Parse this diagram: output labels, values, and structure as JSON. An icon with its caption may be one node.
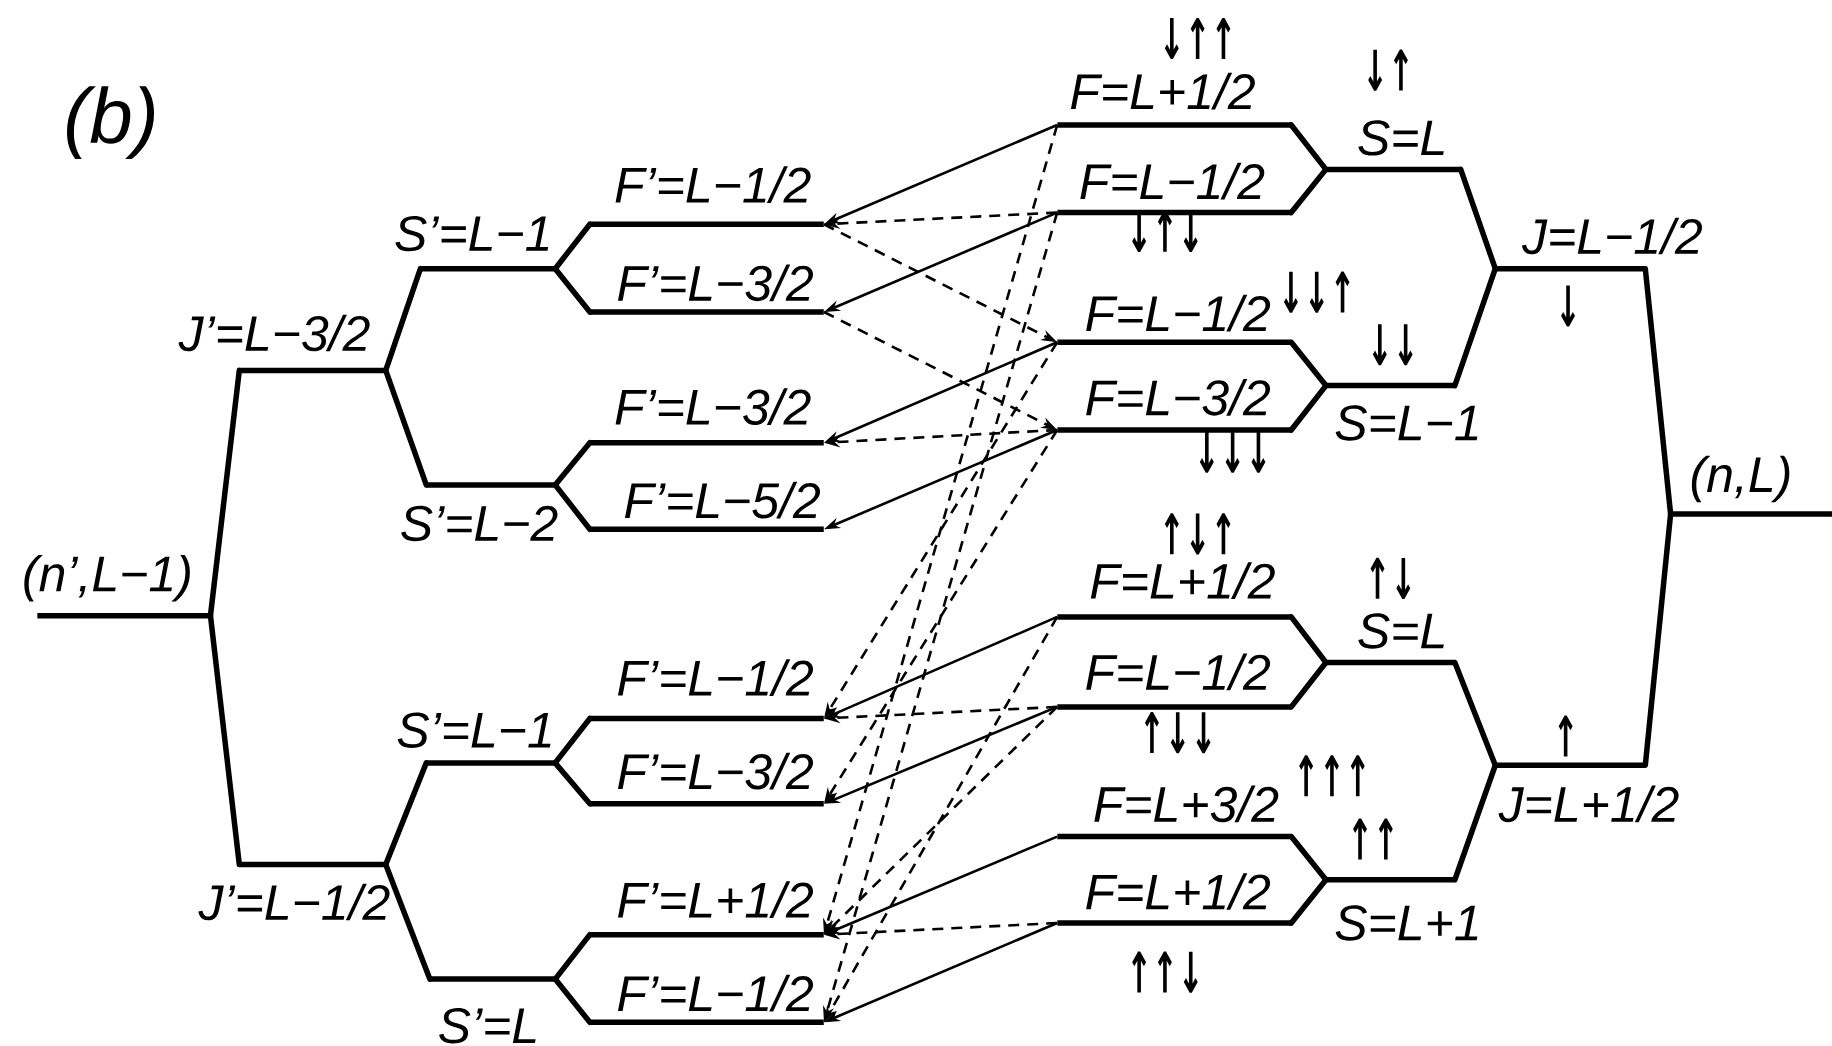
{
  "diagram": {
    "nodes": [
      {
        "text": [
          "(n’,L−1)"
        ]
      },
      {
        "text": [
          "J’=L−3/2"
        ]
      },
      {
        "text": [
          "S’=L−1"
        ]
      },
      {
        "text": [
          "F’=L−1/2"
        ]
      },
      {
        "text": [
          "F’=L−3/2"
        ]
      },
      {
        "text": [
          "S’=L−2"
        ]
      },
      {
        "text": [
          "F’=L−3/2"
        ]
      },
      {
        "text": [
          "F’=L−5/2"
        ]
      },
      {
        "text": [
          "J’=L−1/2"
        ]
      },
      {
        "text": [
          "S’=L−1"
        ]
      },
      {
        "text": [
          "F’=L−1/2"
        ]
      },
      {
        "text": [
          "F’=L−3/2"
        ]
      },
      {
        "text": [
          "S’=L"
        ]
      },
      {
        "text": [
          "F’=L+1/2"
        ]
      },
      {
        "text": [
          "F’=L−1/2"
        ]
      },
      {
        "text": [
          "(n,L)"
        ]
      },
      {
        "text": [
          "J=L−1/2"
        ],
        "beside": [
          "↓"
        ]
      },
      {
        "text": [
          "S=L"
        ],
        "beside": [
          "↓↑"
        ]
      },
      {
        "text": [
          "F=L+1/2"
        ],
        "beside": [
          "↓↑↑"
        ]
      },
      {
        "text": [
          "F=L−1/2"
        ],
        "beside": [
          "↓↑↓"
        ]
      },
      {
        "text": [
          "S=L−1"
        ],
        "beside": [
          "↓↓"
        ]
      },
      {
        "text": [
          "F=L−1/2"
        ],
        "beside": [
          "↓↓↑"
        ]
      },
      {
        "text": [
          "F=L−3/2"
        ],
        "beside": [
          "↓↓↓"
        ]
      },
      {
        "text": [
          "J=L+1/2"
        ],
        "beside": [
          "↑"
        ]
      },
      {
        "text": [
          "S=L"
        ],
        "beside": [
          "↑↓"
        ]
      },
      {
        "text": [
          "F=L+1/2"
        ],
        "beside": [
          "↑↓↑"
        ]
      },
      {
        "text": [
          "F=L−1/2"
        ],
        "beside": [
          "↑↓↓"
        ]
      },
      {
        "text": [
          "S=L+1"
        ],
        "beside": [
          "↑↑"
        ]
      },
      {
        "text": [
          "F=L+3/2"
        ],
        "beside": [
          "↑↑↑"
        ]
      },
      {
        "text": [
          "F=L+1/2"
        ],
        "beside": [
          "↑↑↓"
        ]
      }
    ],
    "edges": [
      {
        "from": 0,
        "to": 1,
        "arrow": "none"
      },
      {
        "from": 0,
        "to": 8,
        "arrow": "none"
      },
      {
        "from": 1,
        "to": 2,
        "arrow": "none"
      },
      {
        "from": 1,
        "to": 5,
        "arrow": "none"
      },
      {
        "from": 2,
        "to": 3,
        "arrow": "none"
      },
      {
        "from": 2,
        "to": 4,
        "arrow": "none"
      },
      {
        "from": 5,
        "to": 6,
        "arrow": "none"
      },
      {
        "from": 5,
        "to": 7,
        "arrow": "none"
      },
      {
        "from": 8,
        "to": 9,
        "arrow": "none"
      },
      {
        "from": 8,
        "to": 12,
        "arrow": "none"
      },
      {
        "from": 9,
        "to": 10,
        "arrow": "none"
      },
      {
        "from": 9,
        "to": 11,
        "arrow": "none"
      },
      {
        "from": 12,
        "to": 13,
        "arrow": "none"
      },
      {
        "from": 12,
        "to": 14,
        "arrow": "none"
      },
      {
        "from": 15,
        "to": 16,
        "arrow": "none"
      },
      {
        "from": 15,
        "to": 23,
        "arrow": "none"
      },
      {
        "from": 16,
        "to": 17,
        "arrow": "none"
      },
      {
        "from": 16,
        "to": 20,
        "arrow": "none"
      },
      {
        "from": 17,
        "to": 18,
        "arrow": "none"
      },
      {
        "from": 17,
        "to": 19,
        "arrow": "none"
      },
      {
        "from": 20,
        "to": 21,
        "arrow": "none"
      },
      {
        "from": 20,
        "to": 22,
        "arrow": "none"
      },
      {
        "from": 23,
        "to": 24,
        "arrow": "none"
      },
      {
        "from": 23,
        "to": 27,
        "arrow": "none"
      },
      {
        "from": 24,
        "to": 25,
        "arrow": "none"
      },
      {
        "from": 24,
        "to": 26,
        "arrow": "none"
      },
      {
        "from": 27,
        "to": 28,
        "arrow": "none"
      },
      {
        "from": 27,
        "to": 29,
        "arrow": "none"
      },
      {
        "from": 18,
        "to": 3,
        "arrow": "to"
      },
      {
        "from": 19,
        "to": 4,
        "arrow": "to"
      },
      {
        "from": 21,
        "to": 6,
        "arrow": "to"
      },
      {
        "from": 22,
        "to": 7,
        "arrow": "to"
      },
      {
        "from": 25,
        "to": 10,
        "arrow": "to"
      },
      {
        "from": 26,
        "to": 11,
        "arrow": "to"
      },
      {
        "from": 28,
        "to": 13,
        "arrow": "to"
      },
      {
        "from": 29,
        "to": 14,
        "arrow": "to"
      },
      {
        "from": 19,
        "to": 3,
        "arrow": "to",
        "style": "dashed"
      },
      {
        "from": 22,
        "to": 6,
        "arrow": "to",
        "style": "dashed"
      },
      {
        "from": 26,
        "to": 10,
        "arrow": "to",
        "style": "dashed"
      },
      {
        "from": 29,
        "to": 13,
        "arrow": "to",
        "style": "dashed"
      },
      {
        "from": 3,
        "to": 21,
        "arrow": "to",
        "style": "dashed"
      },
      {
        "from": 4,
        "to": 22,
        "arrow": "to",
        "style": "dashed"
      },
      {
        "from": 18,
        "to": 13,
        "arrow": "to",
        "style": "dashed"
      },
      {
        "from": 19,
        "to": 14,
        "arrow": "to",
        "style": "dashed"
      },
      {
        "from": 21,
        "to": 10,
        "arrow": "to",
        "style": "dashed"
      },
      {
        "from": 22,
        "to": 11,
        "arrow": "to",
        "style": "dashed"
      },
      {
        "from": 25,
        "to": 14,
        "arrow": "to",
        "style": "dashed"
      },
      {
        "from": 26,
        "to": 13,
        "arrow": "to",
        "style": "dashed"
      }
    ],
    "labels": [
      "(b)"
    ]
  }
}
